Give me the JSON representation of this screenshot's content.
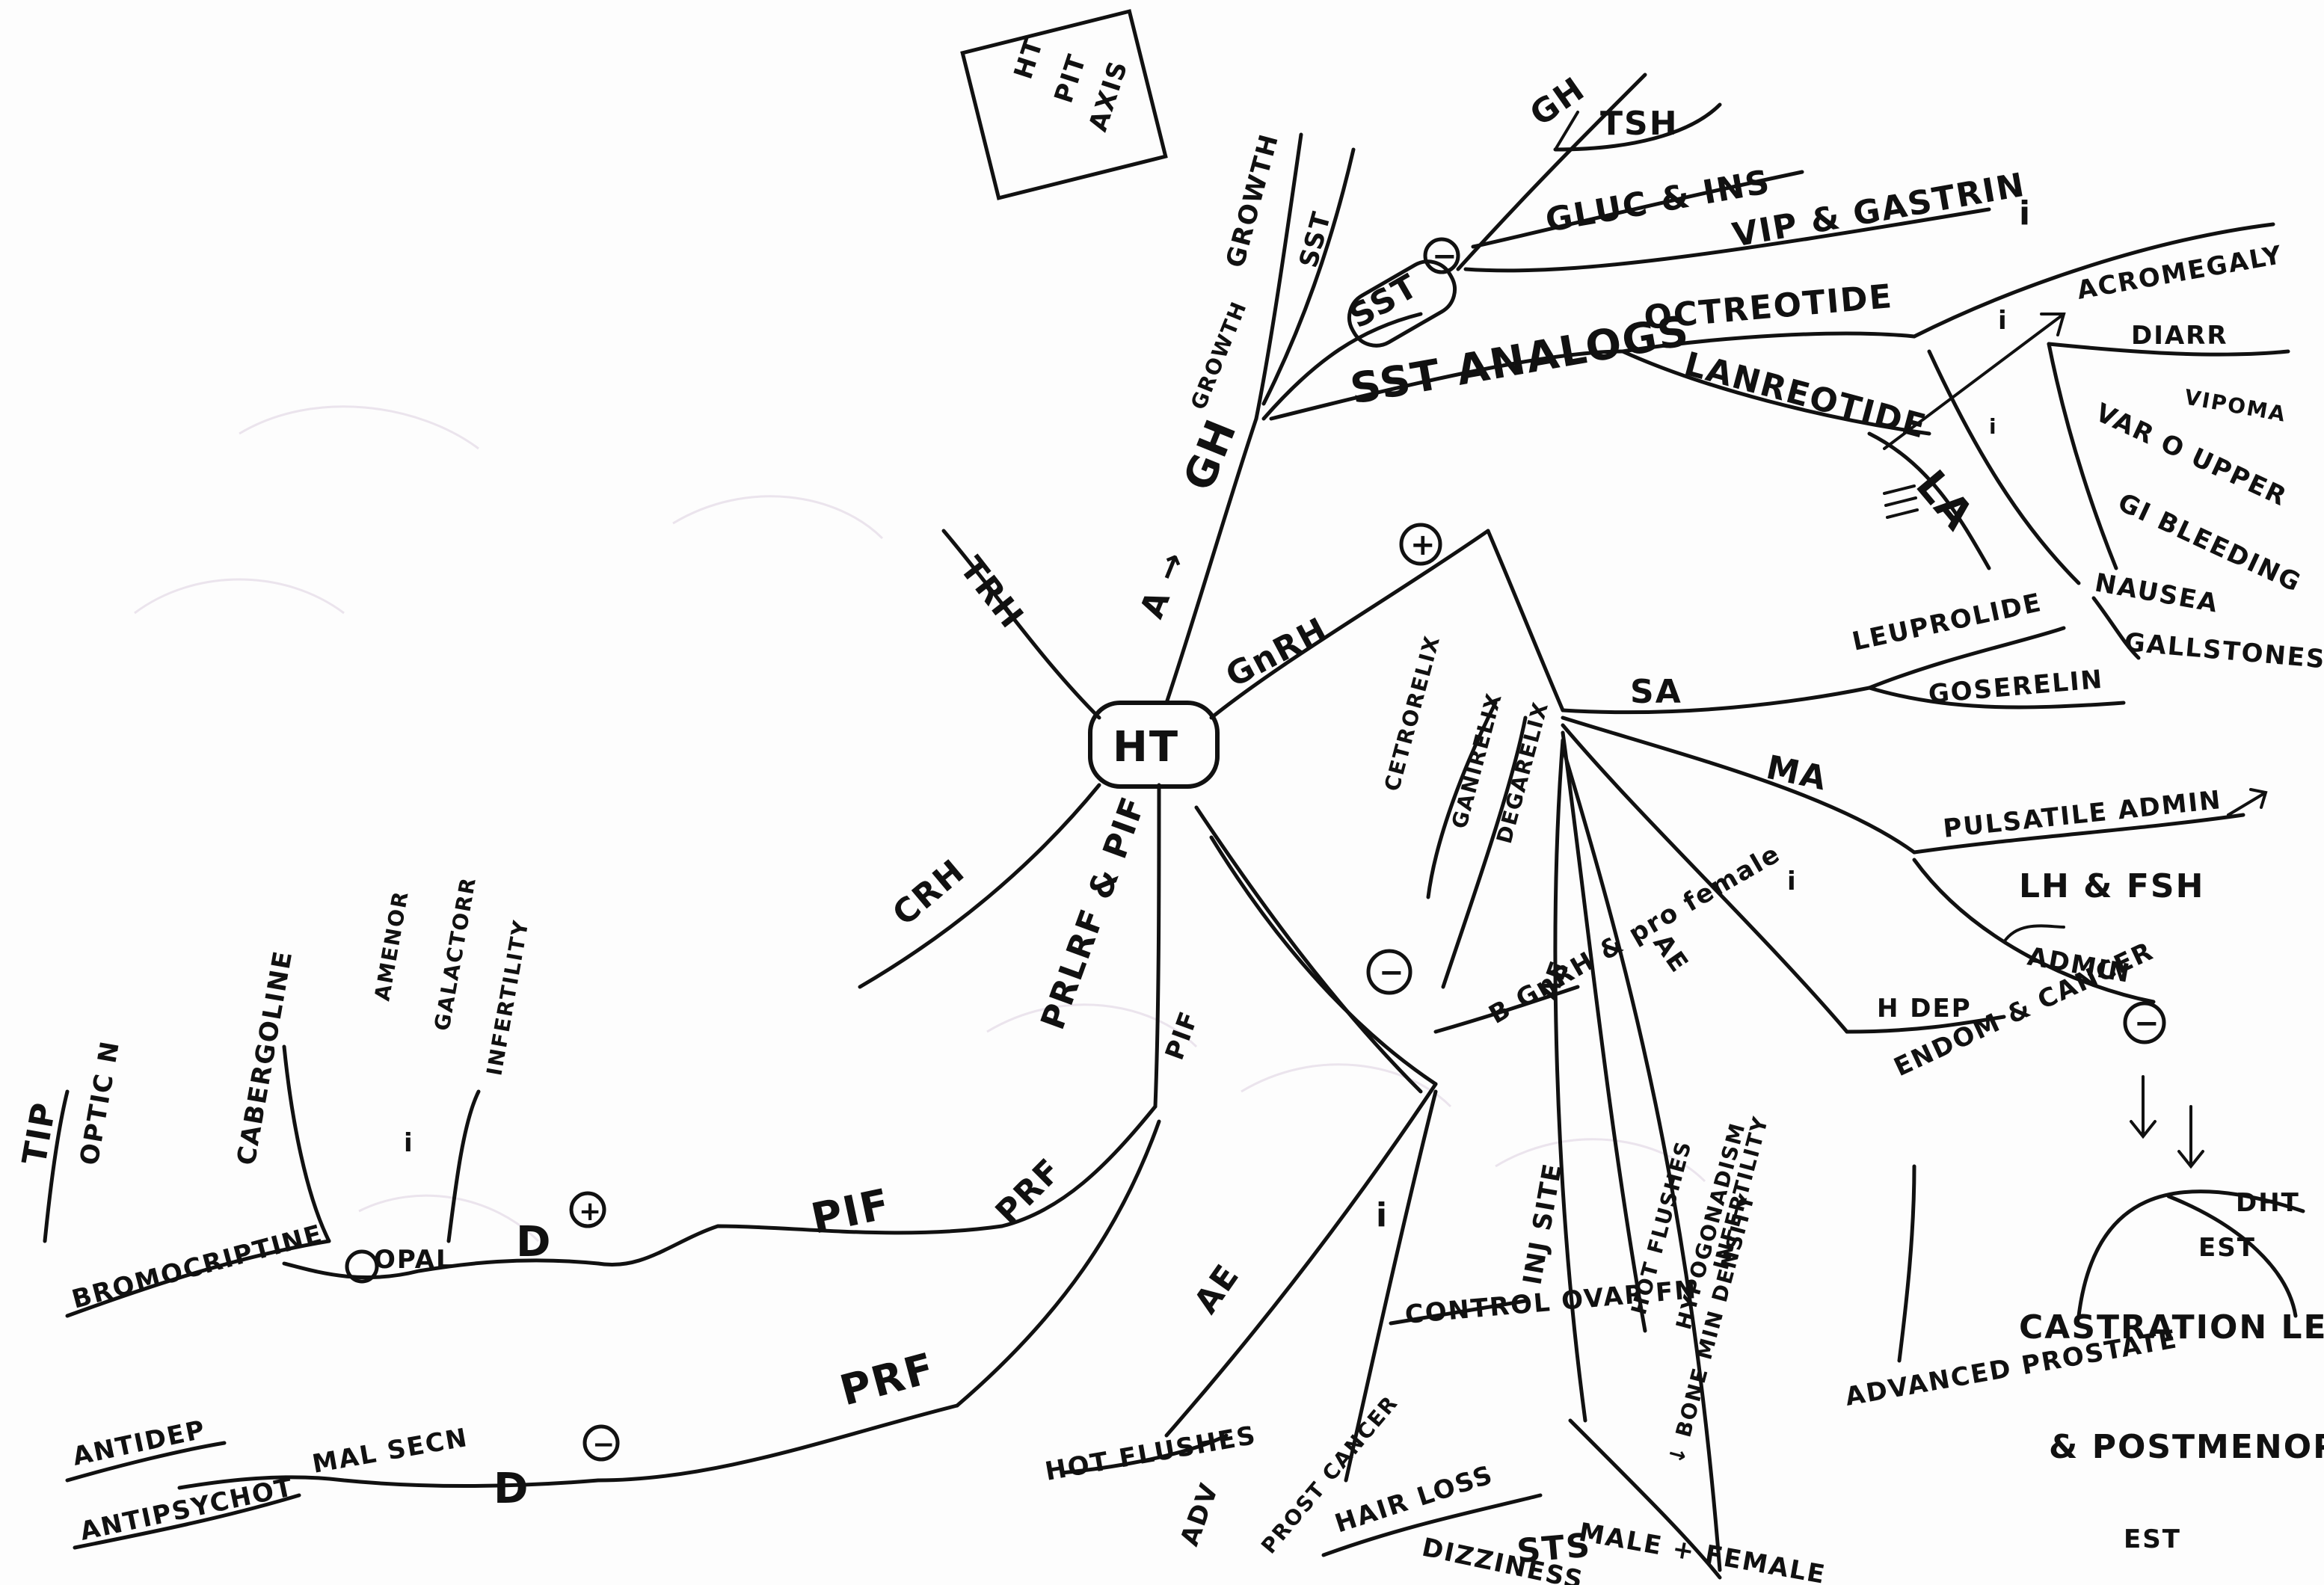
{
  "title_box": {
    "line1": "HT",
    "line2": "PIT",
    "line3": "AXIS"
  },
  "center": "HT",
  "labels": {
    "trh": "TRH",
    "a_arrow": "A →",
    "gh": "GH",
    "growth": "GROWTH",
    "sst": "SST",
    "sst_circle": "SST",
    "gh_tsh": "GH",
    "tsh": "TSH",
    "glucagon_insulin": "GLUC & INS",
    "vip_gastrin": "VIP & GASTRIN",
    "sst_analogs": "SST ANALOGS",
    "octreotide": "OCTREOTIDE",
    "lanreotide": "LANREOTIDE",
    "la": "LA",
    "indication": "i",
    "acromegaly": "ACROMEGALY",
    "diarr": "DIARR",
    "vipoma": "VIPOMA",
    "var_o_upper": "VAR O UPPER",
    "gi_bleeding": "GI BLEEDING",
    "nausea": "NAUSEA",
    "gallstones": "GALLSTONES",
    "gnrh": "GnRH",
    "sa": "SA",
    "leuprolide": "LEUPROLIDE",
    "goserelin": "GOSERELIN",
    "ma": "MA",
    "pulsatile_admin": "PULSATILE ADMIN",
    "lh_fsh": "LH & FSH",
    "admin": "ADMIN",
    "h_dep": "H DEP",
    "cetrorelix": "CETRORELIX",
    "ganirelix": "GANIRELIX",
    "degarelix": "DEGARELIX",
    "b_gnrh": "B GnRH & pro female",
    "ae": "AE",
    "hot_flushes": "HOT FLUSHES",
    "hypogonadism": "HYPOGONADISM",
    "infertility": "INFERTILITY",
    "endom_cancer": "ENDOM & CANCER",
    "advanced_prostate": "ADVANCED PROSTATE",
    "bone_min_density": "↓ BONE MIN DENSITY",
    "dht": "DHT",
    "est": "EST",
    "castration_levels": "CASTRATION LEVELS",
    "postmenop_levels": "& POSTMENOP LEVELS",
    "est_bottom": "EST",
    "crh": "CRH",
    "prlrf_pif": "PRLRF & PIF",
    "pif": "PIF",
    "pif_mid": "PIF",
    "prf": "PRF",
    "prf_low": "PRF",
    "ae_left": "AE",
    "i_left": "i",
    "controls_ovarian": "CONTROL OVAR FN",
    "hot_flushes_2": "HOT FLUSHES",
    "adv": "ADV",
    "prost_cancer": "PROST CANCER",
    "hair_loss": "HAIR LOSS",
    "dizziness": "DIZZINESS",
    "sts": "STS",
    "inj_site": "INJ SITE",
    "male_female": "MALE + FEMALE",
    "dopa_plus": "D",
    "dopa_minus": "D",
    "opal": "OPAL",
    "bromocriptine": "BROMOCRIPTINE",
    "cabergoline": "CABERGOLINE",
    "amenor": "AMENOR",
    "galactorr": "GALACTORR",
    "infertility_left": "INFERTILITY",
    "tip": "TIP",
    "optic_n": "OPTIC N",
    "antidep": "ANTIDEP",
    "antipsychot": "ANTIPSYCHOT",
    "mal_secn": "MAL SECN",
    "plus": "+",
    "minus": "−"
  }
}
